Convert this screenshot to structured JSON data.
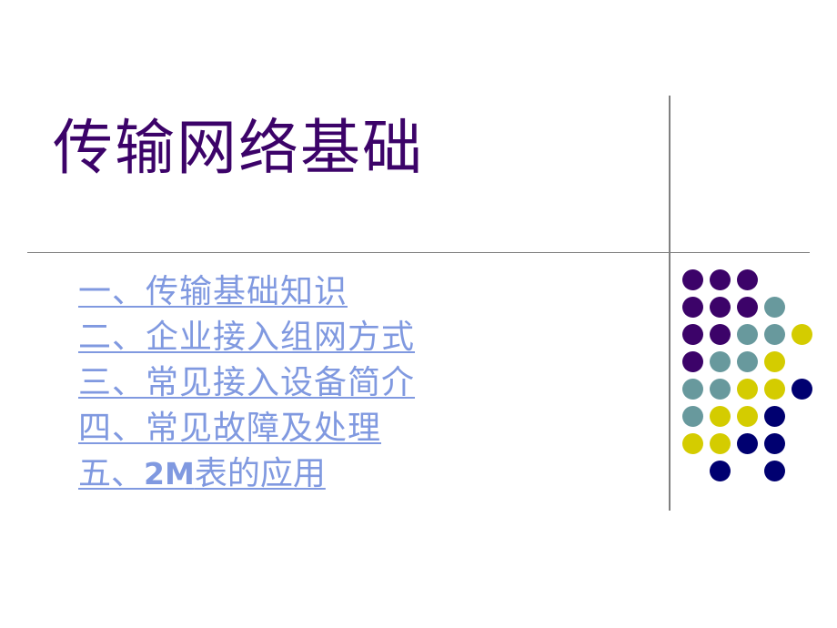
{
  "slide": {
    "title": "传输网络基础",
    "title_color": "#3C0369",
    "background_color": "#FFFFFF",
    "rule_color": "#808080"
  },
  "outline": {
    "link_color": "#8099E0",
    "items": [
      {
        "marker": "一、",
        "label": "传输基础知识",
        "full": "一、传输基础知识",
        "underlined": true
      },
      {
        "marker": "二、",
        "label": "企业接入组网方式",
        "full": "二、企业接入组网方式",
        "underlined": true
      },
      {
        "marker": "三、",
        "label": "常见接入设备简介",
        "full": "三、常见接入设备简介",
        "underlined": true
      },
      {
        "marker": "四、",
        "label": "常见故障及处理",
        "full": "四、常见故障及处理",
        "underlined": true
      },
      {
        "marker": "五、",
        "label_bold": "2M",
        "label_rest": "表的应用",
        "full": "五、2M表的应用",
        "underlined": true
      }
    ]
  },
  "decoration": {
    "name": "dot-gradient-grid",
    "palette": {
      "purple": "#3C0369",
      "teal": "#68999D",
      "yellow": "#D4CC00",
      "navy": "#000070",
      "empty": "none"
    },
    "rows": [
      [
        "purple",
        "purple",
        "purple",
        "empty",
        "empty"
      ],
      [
        "purple",
        "purple",
        "purple",
        "teal",
        "empty"
      ],
      [
        "purple",
        "purple",
        "teal",
        "teal",
        "yellow"
      ],
      [
        "purple",
        "teal",
        "teal",
        "yellow",
        "empty"
      ],
      [
        "teal",
        "teal",
        "yellow",
        "yellow",
        "navy"
      ],
      [
        "teal",
        "yellow",
        "yellow",
        "navy",
        "empty"
      ],
      [
        "yellow",
        "yellow",
        "navy",
        "navy",
        "empty"
      ],
      [
        "empty",
        "navy",
        "empty",
        "navy",
        "empty"
      ]
    ]
  }
}
